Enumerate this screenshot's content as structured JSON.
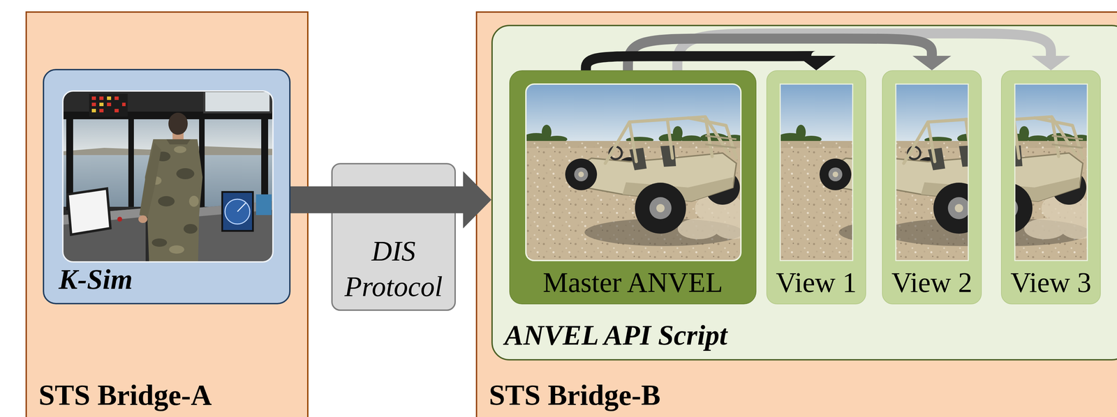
{
  "diagram": {
    "nodes": [
      {
        "text": [
          "STS Bridge-A"
        ]
      },
      {
        "text": [
          "K-Sim"
        ],
        "in": 0
      },
      {
        "text": [
          "DIS Protocol"
        ]
      },
      {
        "text": [
          "STS Bridge-B"
        ]
      },
      {
        "text": [
          "ANVEL API Script"
        ],
        "in": 3
      },
      {
        "text": [
          "Master ANVEL"
        ],
        "in": 4
      },
      {
        "text": [
          "View 1"
        ],
        "in": 4
      },
      {
        "text": [
          "View 2"
        ],
        "in": 4
      },
      {
        "text": [
          "View 3"
        ],
        "in": 4
      }
    ],
    "edges": [
      {
        "from": 1,
        "to": 4,
        "arrow": "to"
      },
      {
        "from": 5,
        "to": 6,
        "arrow": "to"
      },
      {
        "from": 5,
        "to": 7,
        "arrow": "to"
      },
      {
        "from": 5,
        "to": 8,
        "arrow": "to"
      }
    ]
  }
}
